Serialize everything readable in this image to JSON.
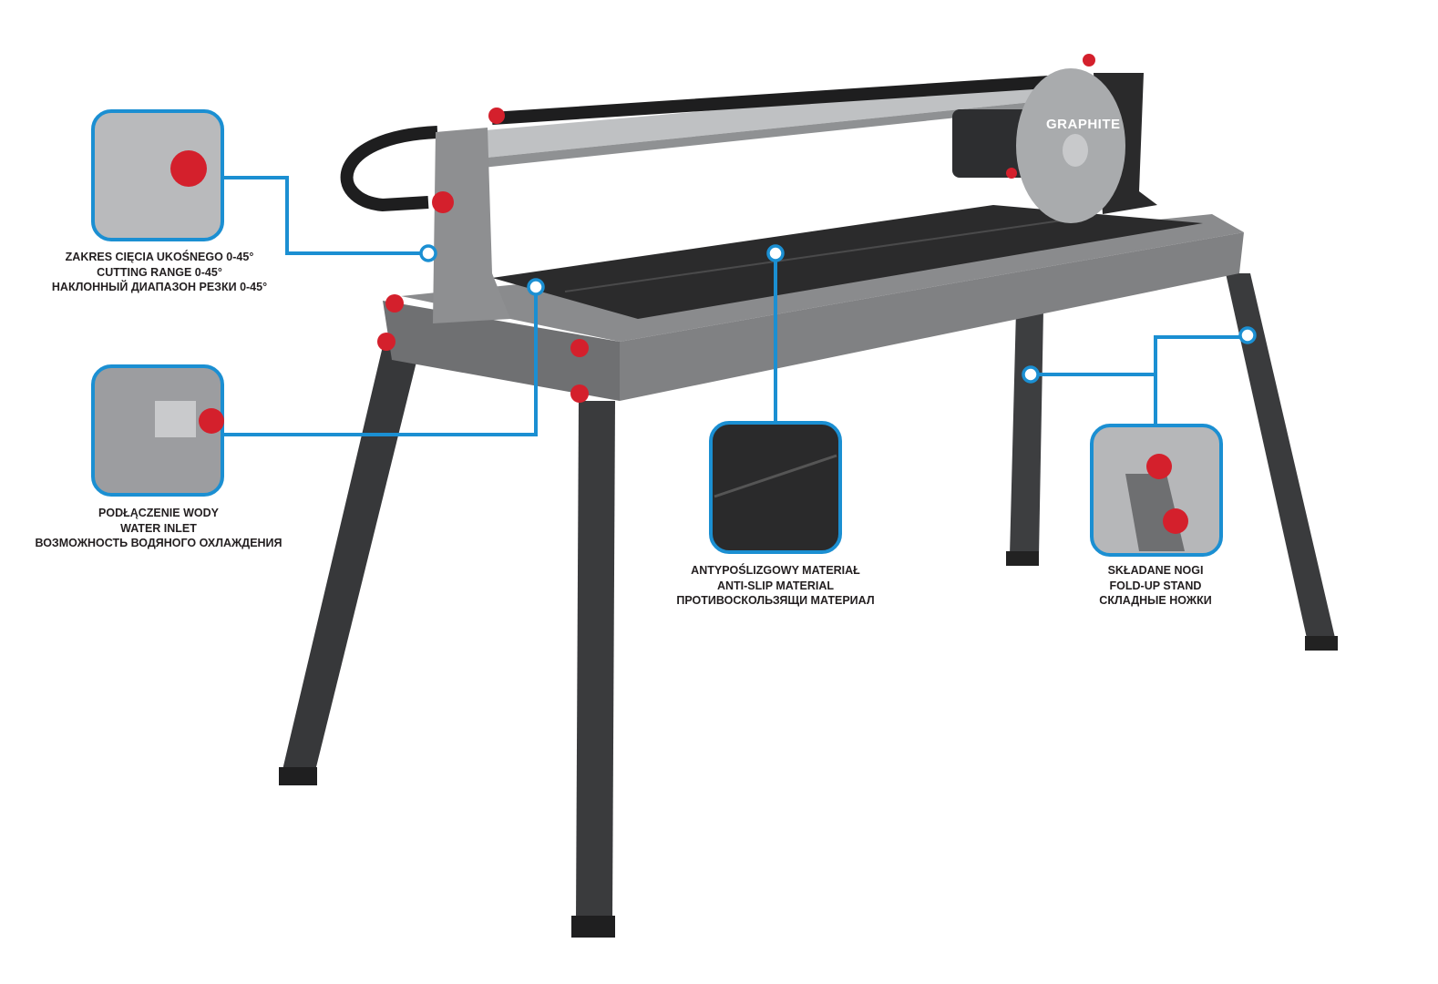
{
  "brand": "GRAPHITE",
  "callouts": [
    {
      "lines": [
        "ZAKRES CIĘCIA UKOŚNEGO 0-45°",
        "CUTTING RANGE 0-45°",
        "НАКЛОННЫЙ ДИАПАЗОН РЕЗКИ 0-45°"
      ]
    },
    {
      "lines": [
        "PODŁĄCZENIE WODY",
        "WATER INLET",
        "ВОЗМОЖНОСТЬ ВОДЯНОГО ОХЛАЖДЕНИЯ"
      ]
    },
    {
      "lines": [
        "ANTYPOŚLIZGOWY MATERIAŁ",
        "ANTI-SLIP MATERIAL",
        "ПРОТИВОСКОЛЬЗЯЩИ МАТЕРИАЛ"
      ]
    },
    {
      "lines": [
        "SKŁADANE NOGI",
        "FOLD-UP STAND",
        "СКЛАДНЫЕ НОЖКИ"
      ]
    }
  ],
  "colors": {
    "accent": "#1b8fd2",
    "knob": "#d4202c",
    "frame": "#7d7e80",
    "legs": "#3a3b3d",
    "top": "#2b2b2c"
  }
}
